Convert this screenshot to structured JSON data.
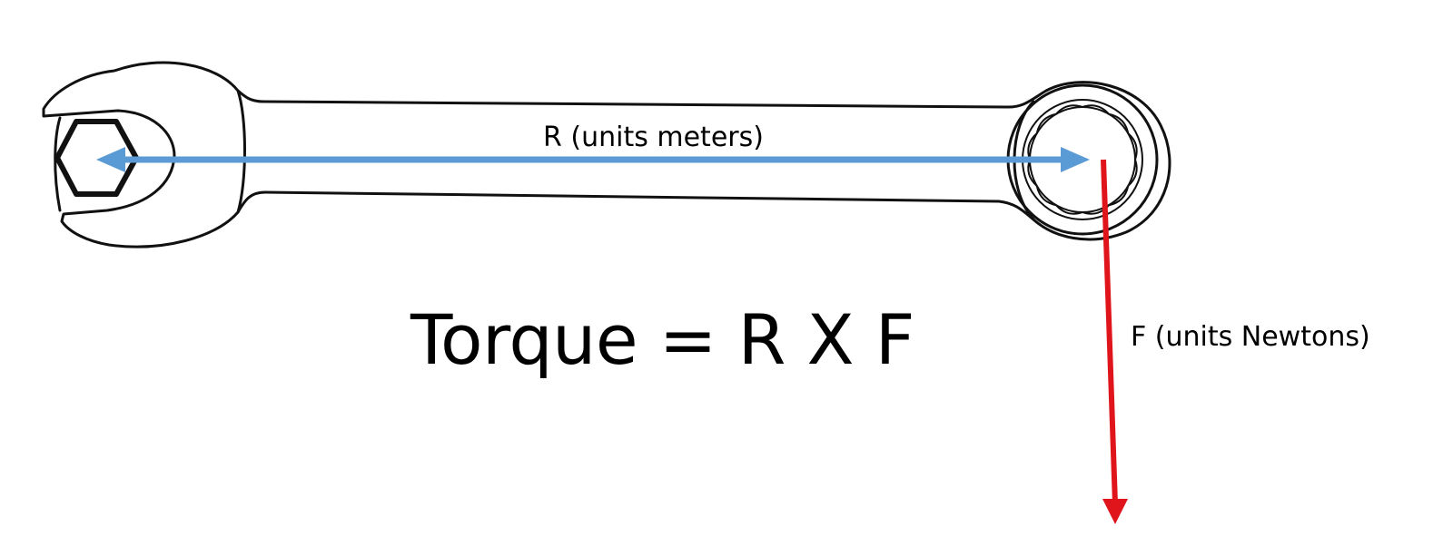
{
  "radius_label": "R (units meters)",
  "force_label": "F (units Newtons)",
  "equation": "Torque = R X F",
  "colors": {
    "outline": "#111111",
    "radius_arrow": "#5b9bd5",
    "force_arrow": "#e0141b",
    "background": "#ffffff"
  },
  "icons": {
    "tool": "combination-wrench-icon",
    "fastener": "hex-nut-icon"
  }
}
